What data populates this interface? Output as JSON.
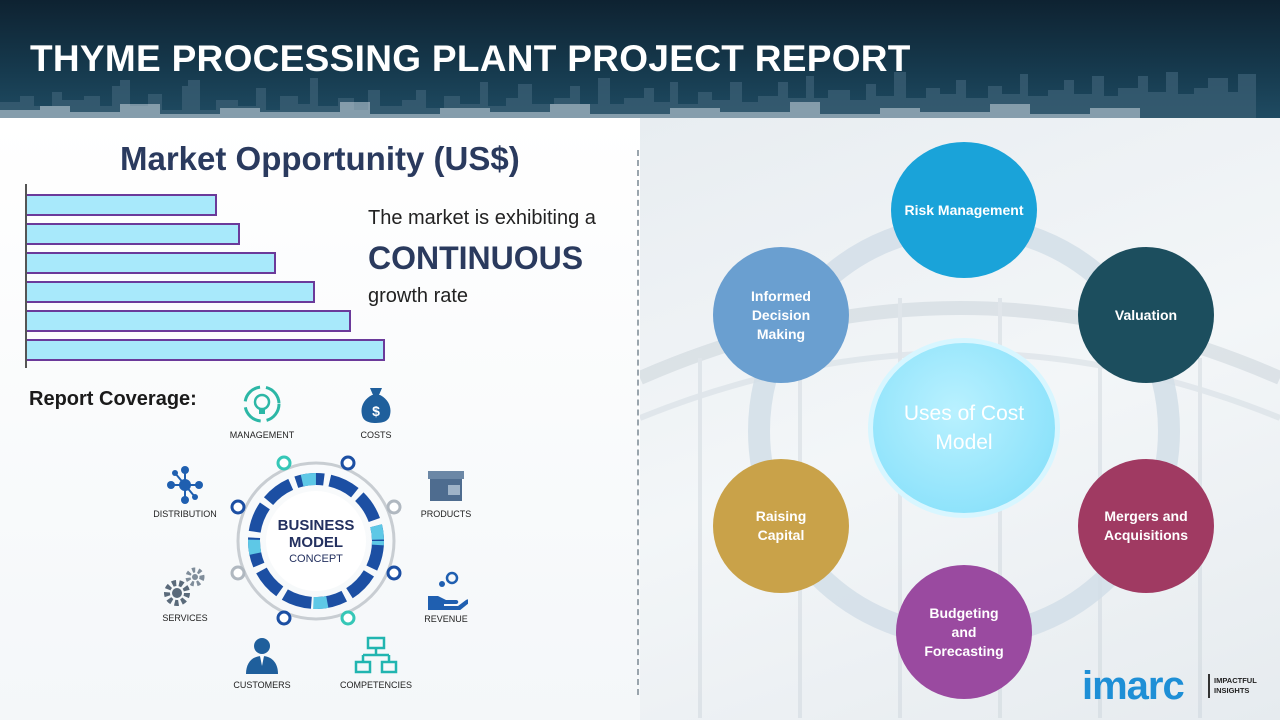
{
  "header": {
    "title": "THYME PROCESSING PLANT PROJECT REPORT"
  },
  "market": {
    "title": "Market Opportunity (US$)",
    "line1": "The market is exhibiting a",
    "line2": "CONTINUOUS",
    "line3": "growth rate"
  },
  "chart_data": {
    "type": "bar",
    "orientation": "horizontal",
    "categories": [
      "",
      "",
      "",
      "",
      "",
      ""
    ],
    "values": [
      1,
      1.12,
      1.31,
      1.51,
      1.7,
      1.88
    ],
    "title": "",
    "xlabel": "",
    "ylabel": "",
    "colors": {
      "fill": "#a8e9fb",
      "stroke": "#6b3a9a"
    }
  },
  "coverage": {
    "label": "Report Coverage:",
    "items": [
      {
        "label": "MANAGEMENT",
        "icon": "management-icon"
      },
      {
        "label": "COSTS",
        "icon": "money-bag-icon"
      },
      {
        "label": "PRODUCTS",
        "icon": "boxes-icon"
      },
      {
        "label": "REVENUE",
        "icon": "hand-coins-icon"
      },
      {
        "label": "COMPETENCIES",
        "icon": "hierarchy-icon"
      },
      {
        "label": "CUSTOMERS",
        "icon": "person-icon"
      },
      {
        "label": "SERVICES",
        "icon": "gears-icon"
      },
      {
        "label": "DISTRIBUTION",
        "icon": "network-icon"
      }
    ],
    "wheel": {
      "line1": "BUSINESS",
      "line2": "MODEL",
      "line3": "CONCEPT"
    }
  },
  "cost_model": {
    "center": "Uses of Cost Model",
    "nodes": [
      {
        "label": "Risk Management",
        "color": "#1aa3d9"
      },
      {
        "label": "Valuation",
        "color": "#1c4e5e"
      },
      {
        "label": "Mergers and Acquisitions",
        "color": "#a03a62"
      },
      {
        "label": "Budgeting and Forecasting",
        "color": "#9a4aa0"
      },
      {
        "label": "Raising Capital",
        "color": "#c9a249"
      },
      {
        "label": "Informed Decision Making",
        "color": "#6a9fd0"
      }
    ]
  },
  "logo": {
    "brand": "imarc",
    "tagline_line1": "IMPACTFUL",
    "tagline_line2": "INSIGHTS"
  }
}
